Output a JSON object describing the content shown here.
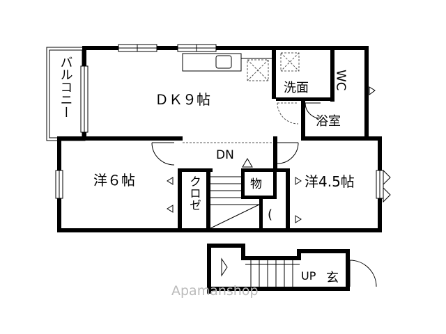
{
  "rooms": {
    "balcony": "バルコニー",
    "dk": "ＤＫ９帖",
    "washroom": "洗面",
    "wc": "WC",
    "bath": "浴室",
    "western6": "洋６帖",
    "western45": "洋4.5帖",
    "closet": "クロゼ",
    "storage": "物",
    "closet_small": "("
  },
  "stairs": {
    "down": "DN",
    "up": "UP"
  },
  "entrance": "玄",
  "watermark": "Apamanshop"
}
